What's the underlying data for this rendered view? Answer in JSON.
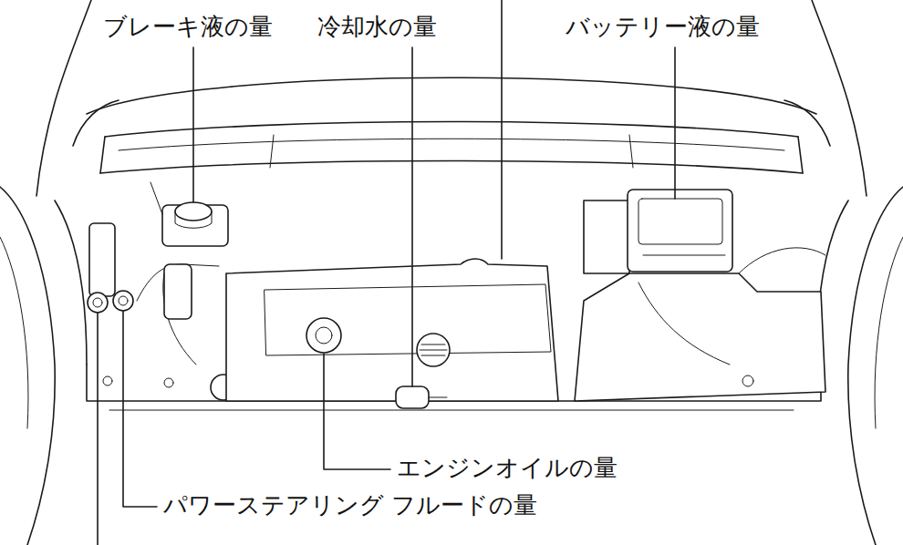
{
  "diagram": {
    "labels": [
      "ブレーキ液の量",
      "冷却水の量",
      "バッテリー液の量",
      "エンジンオイルの量",
      "パワーステアリング フルードの量"
    ]
  }
}
